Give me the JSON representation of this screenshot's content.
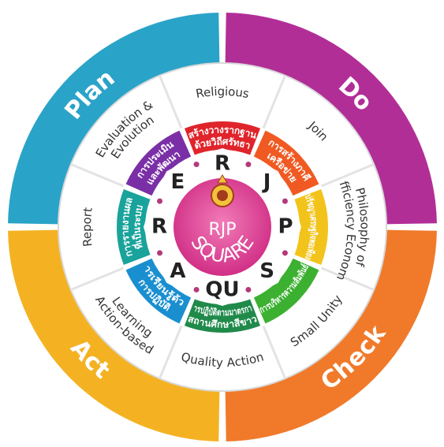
{
  "phases": [
    {
      "label": "Plan",
      "color": "#2aa3c8"
    },
    {
      "label": "Do",
      "color": "#b22e97"
    },
    {
      "label": "Check",
      "color": "#f07a2a"
    },
    {
      "label": "Act",
      "color": "#f4b223"
    }
  ],
  "segments": [
    {
      "letter": "R",
      "outer": [
        "Religious"
      ],
      "thai": [
        "สร้างวางรากฐาน",
        "ด้วยวิถีศรัทธา"
      ],
      "color": "#e0242c"
    },
    {
      "letter": "J",
      "outer": [
        "Join"
      ],
      "thai": [
        "การสร้างภาคี",
        "เครือข่าย"
      ],
      "color": "#f05a22"
    },
    {
      "letter": "P",
      "outer": [
        "Philosophy of",
        "Sufficiency Economy"
      ],
      "thai": [
        "ปรัชญาเศรษฐกิจพอเพียง"
      ],
      "color": "#f2c31a"
    },
    {
      "letter": "S",
      "outer": [
        "Small Unity"
      ],
      "thai": [
        "การบริหารความสัมพันธ์"
      ],
      "color": "#3cb031"
    },
    {
      "letter": "QU",
      "outer": [
        "Quality Action"
      ],
      "thai": [
        "การปฏิบัติตามมาตรการ",
        "สถานศึกษาสีขาว"
      ],
      "color": "#1f8a4a"
    },
    {
      "letter": "A",
      "outer": [
        "Action-based",
        "Learning"
      ],
      "thai": [
        "การเรียนรู้ด้วย",
        "การปฏิบัติ"
      ],
      "color": "#1a8fd0"
    },
    {
      "letter": "R",
      "outer": [
        "Report"
      ],
      "thai": [
        "การรายงานผล",
        "ที่เป็นระบบ"
      ],
      "color": "#19a39b"
    },
    {
      "letter": "E",
      "outer": [
        "Evaluation &",
        "Evolution"
      ],
      "thai": [
        "การประเมิน",
        "และพัฒนา"
      ],
      "color": "#7a2fa6"
    }
  ],
  "center": {
    "title": "RJP",
    "subtitle": "SQUARE",
    "color": "#e6429a"
  }
}
